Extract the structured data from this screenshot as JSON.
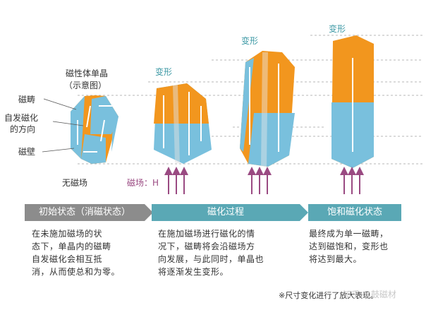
{
  "colors": {
    "orange": "#f2961e",
    "blue": "#79c0dd",
    "teal": "#5aa8b5",
    "gray": "#8c8c8c",
    "arrow": "#9a4a82"
  },
  "left_title": {
    "line1": "磁性体单晶",
    "line2": "（示意图）"
  },
  "labels": {
    "domain": "磁畴",
    "spontaneous_1": "自发磁化",
    "spontaneous_2": "的方向",
    "wall": "磁壁",
    "no_field": "无磁场",
    "field": "磁场：H"
  },
  "deform_labels": [
    "变形",
    "变形",
    "变形"
  ],
  "banners": {
    "initial": "初始状态（消磁状态）",
    "process": "磁化过程",
    "saturated": "饱和磁化状态"
  },
  "descriptions": {
    "initial": [
      "在未施加磁场的状",
      "态下，单晶内的磁畴",
      "自发磁化会相互抵",
      "消，从而使总和为零。"
    ],
    "process": [
      "在施加磁场进行磁化的情",
      "况下，磁畴将会沿磁场方",
      "向发展，与此同时，单晶也",
      "将逐渐发生变形。"
    ],
    "saturated": [
      "最终成为单一磁畴，",
      "达到磁饱和，变形也",
      "将达到最大。"
    ]
  },
  "footnote": "※尺寸变化进行了放大表现。",
  "watermark": "知乎 @鼓磁材"
}
